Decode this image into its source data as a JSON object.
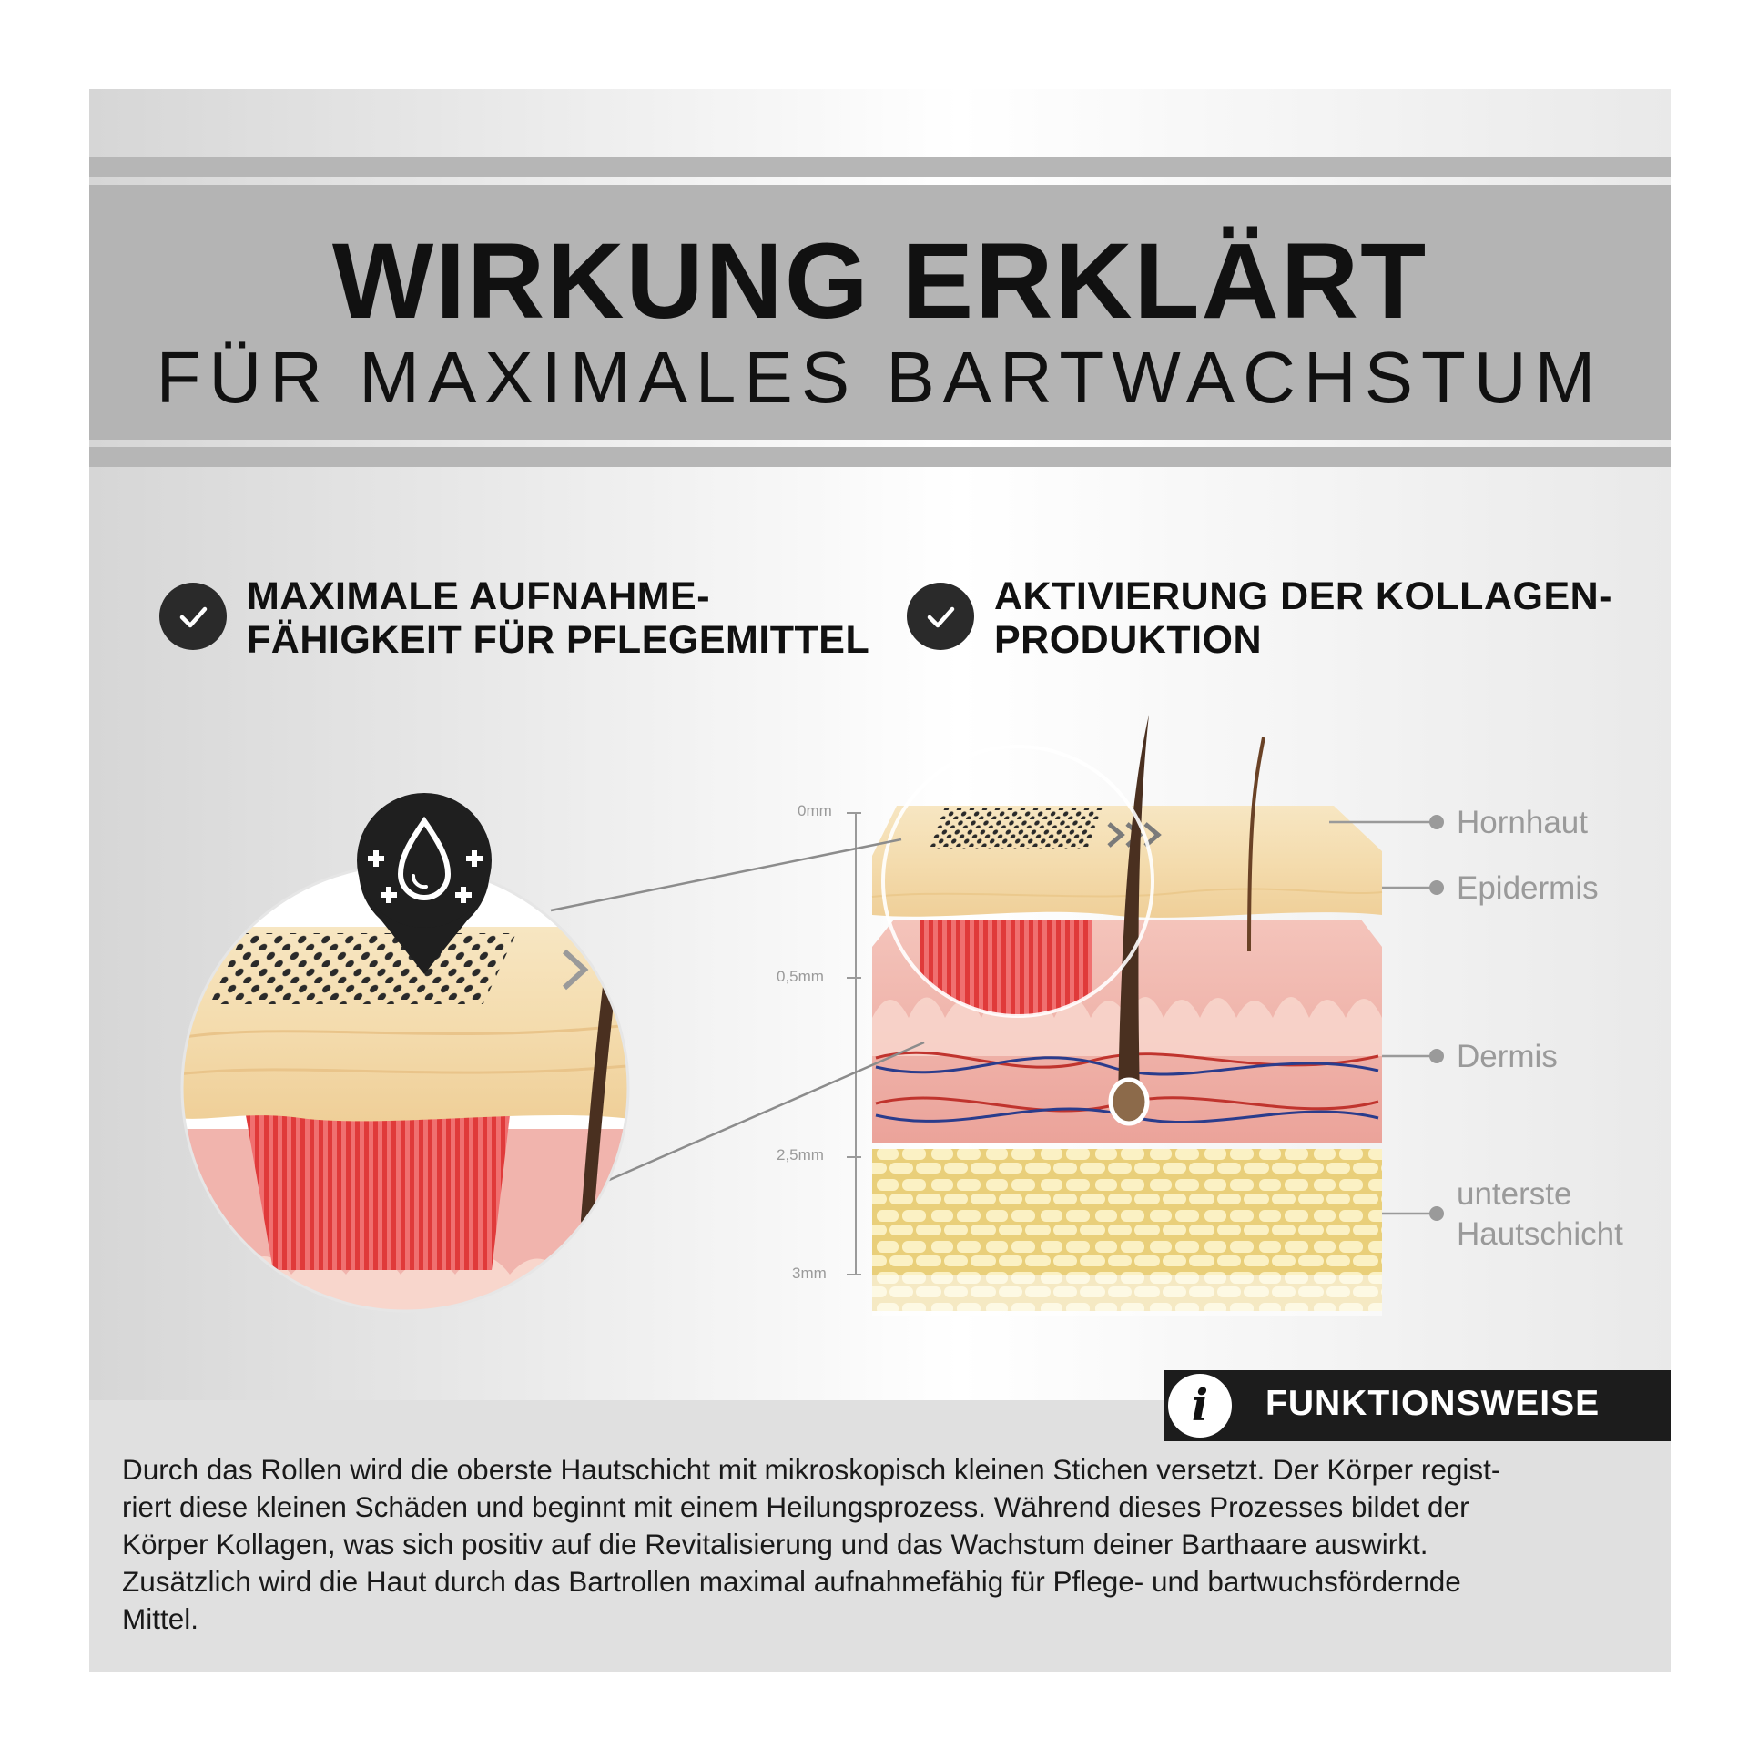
{
  "header": {
    "title": "WIRKUNG ERKLÄRT",
    "subtitle": "FÜR MAXIMALES BARTWACHSTUM"
  },
  "features": [
    {
      "line1": "MAXIMALE AUFNAHME-",
      "line2": "FÄHIGKEIT FÜR PFLEGEMITTEL",
      "icon": "check-icon"
    },
    {
      "line1": "AKTIVIERUNG DER KOLLAGEN-",
      "line2": "PRODUKTION",
      "icon": "check-icon"
    }
  ],
  "diagram": {
    "scale_ticks": [
      "0mm",
      "0,5mm",
      "2,5mm",
      "3mm"
    ],
    "layers": {
      "hornhaut": "Hornhaut",
      "epidermis": "Epidermis",
      "dermis": "Dermis",
      "unterste_line1": "unterste",
      "unterste_line2": "Hautschicht"
    },
    "colors": {
      "outer_skin": "#f4dfb9",
      "dermis": "#f1b4ad",
      "needles": "#e03a3a",
      "fat": "#f3e39a",
      "hair": "#5a3a22"
    }
  },
  "info": {
    "title": "FUNKTIONSWEISE",
    "icon": "info-icon",
    "lines": [
      "Durch das Rollen wird die oberste Hautschicht mit mikroskopisch kleinen Stichen versetzt. Der Körper regist-",
      "riert diese kleinen Schäden und beginnt mit einem Heilungsprozess. Während dieses Prozesses bildet der",
      "Körper Kollagen, was sich positiv auf die Revitalisierung und das Wachstum deiner Barthaare auswirkt.",
      "Zusätzlich wird die Haut durch das Bartrollen maximal aufnahmefähig für Pflege- und bartwuchsfördernde",
      "Mittel."
    ]
  }
}
